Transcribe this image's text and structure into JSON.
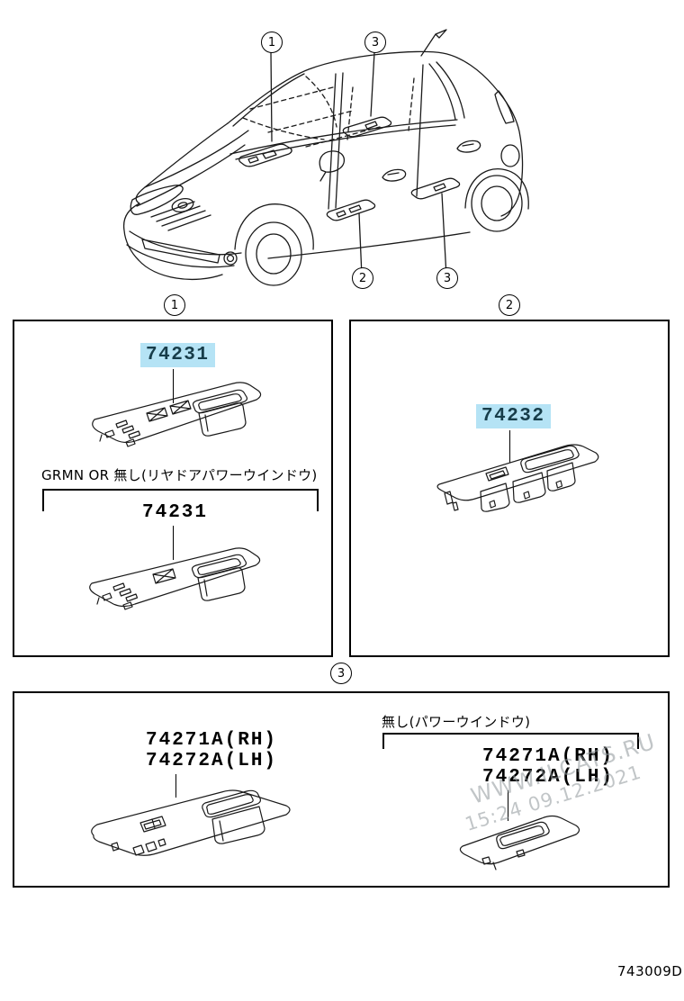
{
  "diagram_title": "Toyota window switch bezel parts diagram",
  "car_callouts": {
    "front_door_panel": "1",
    "rear_interior_panel": "3",
    "front_door_lower": "2",
    "rear_door_lower": "3"
  },
  "sections": {
    "box1": {
      "callout": "1",
      "part_highlighted": "74231",
      "spec": "GRMN OR 無し(リヤドアパワーウインドウ)",
      "part_alt": "74231"
    },
    "box2": {
      "callout": "2",
      "part_highlighted": "74232"
    },
    "box3": {
      "callout": "3",
      "left": {
        "part_rh": "74271A(RH)",
        "part_lh": "74272A(LH)"
      },
      "right": {
        "spec": "無し(パワーウインドウ)",
        "part_rh": "74271A(RH)",
        "part_lh": "74272A(LH)"
      }
    }
  },
  "watermark": {
    "site": "WWW.ILCATS.RU",
    "timestamp": "15:24 09.12.2021"
  },
  "doc_number": "743009D",
  "colors": {
    "line": "#000000",
    "highlight_bg": "#b5e3f5",
    "highlight_text": "#173d4a",
    "watermark": "#8f979b"
  }
}
